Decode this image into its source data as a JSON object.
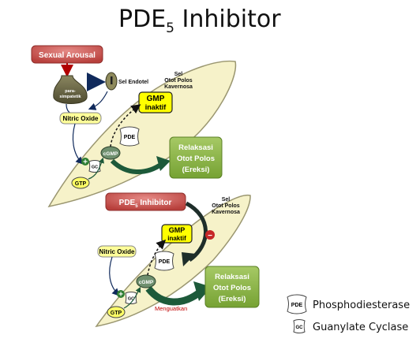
{
  "title": {
    "main": "PDE",
    "sub": "5",
    "rest": " Inhibitor"
  },
  "top_panel": {
    "sexual_arousal": "Sexual Arousal",
    "parasimpatetik": [
      "para-",
      "simpatetik"
    ],
    "sel_endotel": "Sel Endotel",
    "cell_label": [
      "Sel",
      "Otot Polos",
      "Kavernosa"
    ],
    "nitric_oxide": "Nitric Oxide",
    "gmp_inaktif": [
      "GMP",
      "inaktif"
    ],
    "pde": "PDE",
    "cgmp": "cGMP",
    "gc": "GC",
    "gtp": "GTP",
    "plus": "+",
    "relaksasi": [
      "Relaksasi",
      "Otot Polos",
      "(Ereksi)"
    ]
  },
  "bottom_panel": {
    "inhibitor": {
      "main": "PDE",
      "sub": "5",
      "rest": " Inhibitor"
    },
    "cell_label": [
      "Sel",
      "Otot Polos",
      "Kavernosa"
    ],
    "gmp_inaktif": [
      "GMP",
      "inaktif"
    ],
    "minus": "−",
    "nitric_oxide": "Nitric Oxide",
    "pde": "PDE",
    "cgmp": "cGMP",
    "gc": "GC",
    "gtp": "GTP",
    "plus": "+",
    "relaksasi": [
      "Relaksasi",
      "Otot Polos",
      "(Ereksi)"
    ],
    "menguatkan": "Menguatkan"
  },
  "legend": {
    "pde": {
      "icon": "PDE",
      "label": "Phosphodiesterase"
    },
    "gc": {
      "icon": "GC",
      "label": "Guanylate Cyclase"
    }
  },
  "colors": {
    "cell_fill": "#f6f2c9",
    "cell_stroke": "#9a9670",
    "red_box": "#c0504d",
    "green_box": "#8bb643",
    "yellow_box": "#ffff00",
    "arrow_green": "#1d5a3a",
    "arrow_navy": "#102a5c"
  }
}
